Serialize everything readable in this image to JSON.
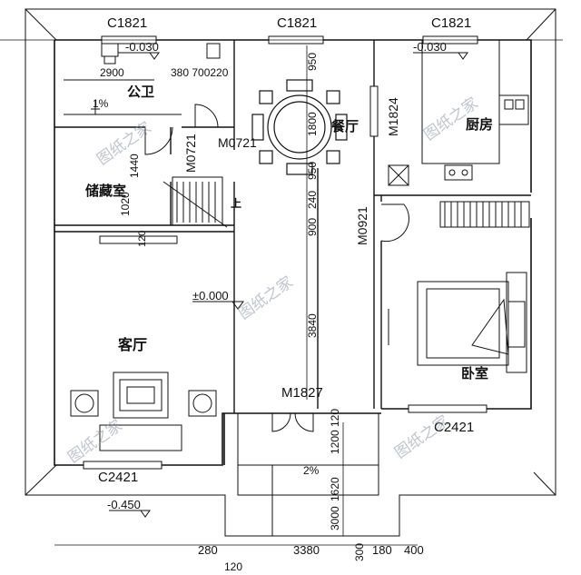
{
  "windows": {
    "top_left": "C1821",
    "top_mid": "C1821",
    "top_right": "C1821",
    "bottom_left": "C2421",
    "bottom_right": "C2421",
    "kitchen_side": "M1824"
  },
  "doors": {
    "bath": "M0721",
    "storage": "M0721",
    "bedroom": "M0921",
    "entry": "M1827"
  },
  "rooms": {
    "bathroom": "公卫",
    "storage": "储藏室",
    "dining": "餐厅",
    "kitchen": "厨房",
    "living": "客厅",
    "bedroom": "卧室"
  },
  "elevations": {
    "bath": "-0.030",
    "kitchen": "-0.030",
    "living": "±0.000",
    "outdoor": "-0.450"
  },
  "slopes": {
    "bath": "1%",
    "porch": "2%"
  },
  "stair_label": "上",
  "dims": {
    "bath_top": "2900",
    "bath_right": "380 700220",
    "vertical_dining": [
      "950",
      "1800",
      "950",
      "240",
      "900",
      "3840"
    ],
    "storage_vertical": [
      "1020",
      "1440"
    ],
    "living_small": "120",
    "porch_vertical": [
      "120",
      "1200",
      "1620",
      "3000"
    ],
    "bottom": [
      "280",
      "3380",
      "300",
      "180",
      "400",
      "120"
    ]
  },
  "watermark": "图纸之家"
}
